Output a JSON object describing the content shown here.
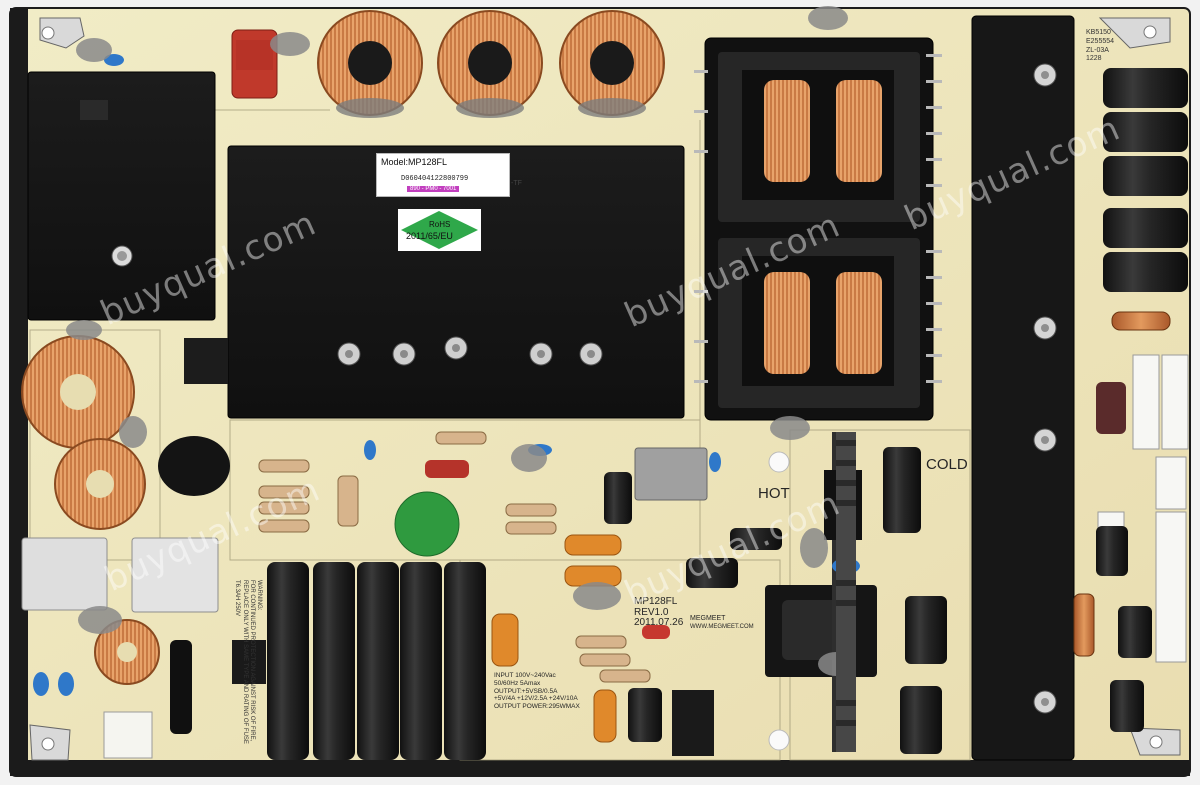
{
  "photo": {
    "subject": "",
    "watermark_text": "buyqual.com",
    "colors": {
      "background": "#f2f2f2",
      "board": "#efe7b8",
      "heatsink": "#151515",
      "copper": "#c0703a",
      "label_magenta": "#c23fbf",
      "rohs_green": "#2fa84a"
    }
  },
  "model_label": {
    "line1": "Model:MP128FL",
    "line2": "D060404122800799",
    "line3": "890 - PM0 - 7001",
    "suffix": "-TF"
  },
  "rohs_label": {
    "line1": "RoHS",
    "line2": "2011/65/EU"
  },
  "silkscreen": {
    "hot": "HOT",
    "cold": "COLD",
    "board_id": [
      "MP128FL",
      "REV1.0",
      "2011.07.26"
    ],
    "brand": "MEGMEET",
    "brand_url": "WWW.MEGMEET.COM",
    "specs": [
      "INPUT 100V~240Vac",
      "50/60Hz   5Amax",
      "OUTPUT:+5VSB/0.5A",
      "+5V/4A +12V/2.5A +24V/10A",
      "OUTPUT POWER:295WMAX"
    ],
    "warning": [
      "WARNING:",
      "FOR CONTINUED PROTECTION AGAINST RISK OF FIRE,",
      "REPLACE ONLY WITH SAME TYPE AND RATING OF FUSE",
      "T6.3AH 250V"
    ],
    "compliance": [
      "KB5150",
      "E255554",
      "ZL-03A",
      "1228"
    ]
  }
}
